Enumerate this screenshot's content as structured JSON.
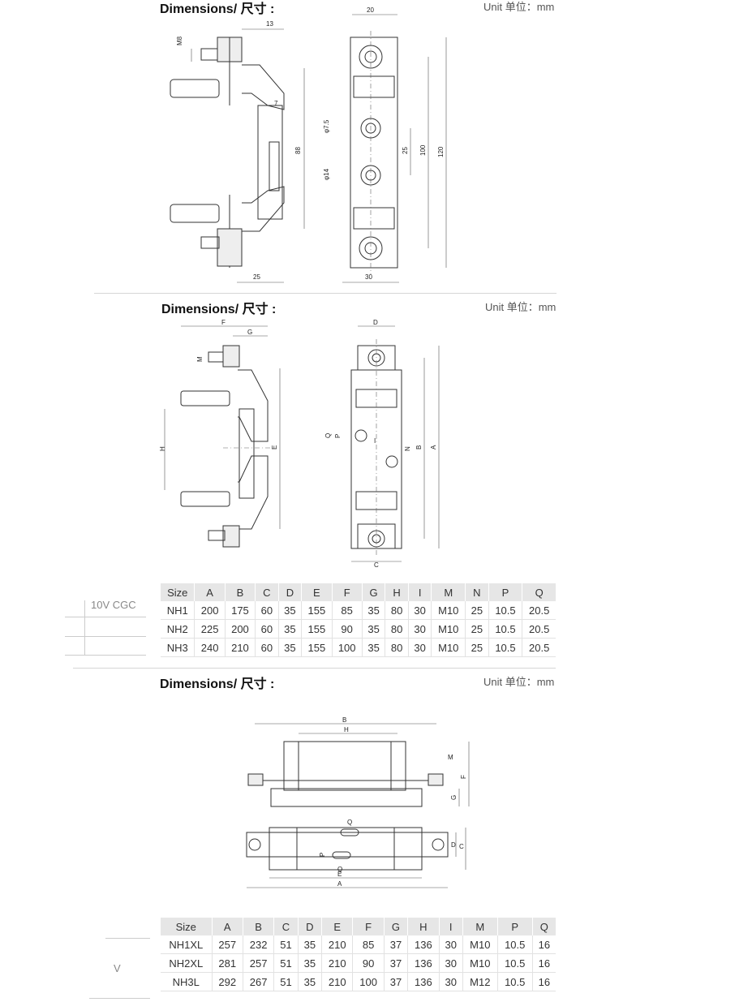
{
  "section1": {
    "title": "Dimensions/ 尺寸 :",
    "unit": "Unit 单位：mm",
    "dims": {
      "m8": "M8",
      "d13": "13",
      "d7": "7",
      "d88": "88",
      "d25": "25",
      "d20": "20",
      "phi75": "φ7.5",
      "phi14": "φ14",
      "d25b": "25",
      "d100": "100",
      "d120": "120",
      "d30": "30"
    }
  },
  "section2": {
    "title": "Dimensions/ 尺寸 :",
    "unit": "Unit 单位：mm",
    "labels": {
      "F": "F",
      "G": "G",
      "M": "M",
      "H": "H",
      "E": "E",
      "D": "D",
      "Q": "Q",
      "P": "P",
      "I": "I",
      "N": "N",
      "B": "B",
      "A": "A",
      "C": "C"
    },
    "table": {
      "headers": [
        "Size",
        "A",
        "B",
        "C",
        "D",
        "E",
        "F",
        "G",
        "H",
        "I",
        "M",
        "N",
        "P",
        "Q"
      ],
      "rows": [
        [
          "NH1",
          "200",
          "175",
          "60",
          "35",
          "155",
          "85",
          "35",
          "80",
          "30",
          "M10",
          "25",
          "10.5",
          "20.5"
        ],
        [
          "NH2",
          "225",
          "200",
          "60",
          "35",
          "155",
          "90",
          "35",
          "80",
          "30",
          "M10",
          "25",
          "10.5",
          "20.5"
        ],
        [
          "NH3",
          "240",
          "210",
          "60",
          "35",
          "155",
          "100",
          "35",
          "80",
          "30",
          "M10",
          "25",
          "10.5",
          "20.5"
        ]
      ]
    },
    "side_text": "10V CGC"
  },
  "section3": {
    "title": "Dimensions/ 尺寸 :",
    "unit": "Unit 单位：mm",
    "labels": {
      "B": "B",
      "H": "H",
      "M": "M",
      "F": "F",
      "G": "G",
      "Q": "Q",
      "D": "D",
      "C": "C",
      "P": "P",
      "Q2": "Q",
      "E": "E",
      "A": "A"
    },
    "table": {
      "headers": [
        "Size",
        "A",
        "B",
        "C",
        "D",
        "E",
        "F",
        "G",
        "H",
        "I",
        "M",
        "P",
        "Q"
      ],
      "rows": [
        [
          "NH1XL",
          "257",
          "232",
          "51",
          "35",
          "210",
          "85",
          "37",
          "136",
          "30",
          "M10",
          "10.5",
          "16"
        ],
        [
          "NH2XL",
          "281",
          "257",
          "51",
          "35",
          "210",
          "90",
          "37",
          "136",
          "30",
          "M10",
          "10.5",
          "16"
        ],
        [
          "NH3L",
          "292",
          "267",
          "51",
          "35",
          "210",
          "100",
          "37",
          "136",
          "30",
          "M12",
          "10.5",
          "16"
        ]
      ]
    },
    "side_text": "V"
  }
}
